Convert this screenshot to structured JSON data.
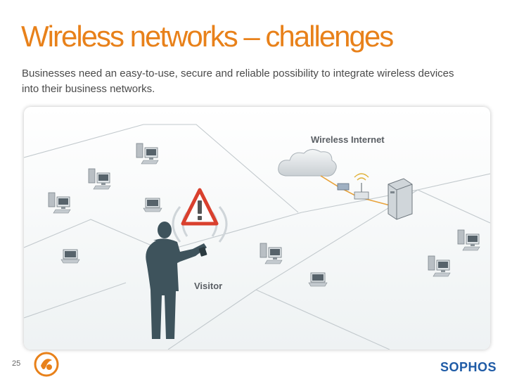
{
  "slide": {
    "title": "Wireless networks – challenges",
    "subtitle": "Businesses need an easy-to-use, secure and reliable possibility to integrate wireless devices into their business networks.",
    "page_number": "25"
  },
  "diagram": {
    "internet_label": "Wireless Internet",
    "visitor_label": "Visitor"
  },
  "footer": {
    "brand": "SOPHOS"
  },
  "colors": {
    "title": "#e8811a",
    "brand": "#1f5ba6",
    "warning": "#d9402e",
    "cable": "#e8a23a"
  }
}
